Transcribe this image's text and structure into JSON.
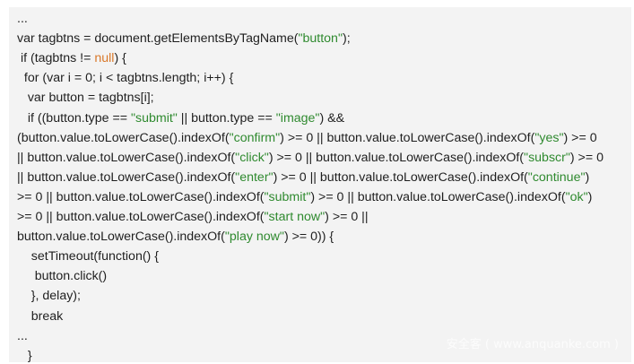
{
  "code": {
    "lines": [
      [
        {
          "t": "..."
        }
      ],
      [
        {
          "t": "var tagbtns = document.getElementsByTagName("
        },
        {
          "t": "\"button\"",
          "c": "str"
        },
        {
          "t": ");"
        }
      ],
      [
        {
          "t": " if (tagbtns != "
        },
        {
          "t": "null",
          "c": "kw"
        },
        {
          "t": ") {"
        }
      ],
      [
        {
          "t": "  for (var i = 0; i < tagbtns.length; i++) {"
        }
      ],
      [
        {
          "t": "   var button = tagbtns[i];"
        }
      ],
      [
        {
          "t": "   if ((button.type == "
        },
        {
          "t": "\"submit\"",
          "c": "str"
        },
        {
          "t": " || button.type == "
        },
        {
          "t": "\"image\"",
          "c": "str"
        },
        {
          "t": ") &&"
        }
      ],
      [
        {
          "t": "(button.value.toLowerCase().indexOf("
        },
        {
          "t": "\"confirm\"",
          "c": "str"
        },
        {
          "t": ") >= 0 || button.value.toLowerCase().indexOf("
        },
        {
          "t": "\"yes\"",
          "c": "str"
        },
        {
          "t": ") >= 0"
        }
      ],
      [
        {
          "t": "|| button.value.toLowerCase().indexOf("
        },
        {
          "t": "\"click\"",
          "c": "str"
        },
        {
          "t": ") >= 0 || button.value.toLowerCase().indexOf("
        },
        {
          "t": "\"subscr\"",
          "c": "str"
        },
        {
          "t": ") >= 0"
        }
      ],
      [
        {
          "t": "|| button.value.toLowerCase().indexOf("
        },
        {
          "t": "\"enter\"",
          "c": "str"
        },
        {
          "t": ") >= 0 || button.value.toLowerCase().indexOf("
        },
        {
          "t": "\"continue\"",
          "c": "str"
        },
        {
          "t": ")"
        }
      ],
      [
        {
          "t": ">= 0 || button.value.toLowerCase().indexOf("
        },
        {
          "t": "\"submit\"",
          "c": "str"
        },
        {
          "t": ") >= 0 || button.value.toLowerCase().indexOf("
        },
        {
          "t": "\"ok\"",
          "c": "str"
        },
        {
          "t": ")"
        }
      ],
      [
        {
          "t": ">= 0 || button.value.toLowerCase().indexOf("
        },
        {
          "t": "\"start now\"",
          "c": "str"
        },
        {
          "t": ") >= 0 ||"
        }
      ],
      [
        {
          "t": "button.value.toLowerCase().indexOf("
        },
        {
          "t": "\"play now\"",
          "c": "str"
        },
        {
          "t": ") >= 0)) {"
        }
      ],
      [
        {
          "t": "    setTimeout(function() {"
        }
      ],
      [
        {
          "t": "     button.click()"
        }
      ],
      [
        {
          "t": "    }, delay);"
        }
      ],
      [
        {
          "t": "    break"
        }
      ],
      [
        {
          "t": "..."
        }
      ],
      [
        {
          "t": "   }"
        }
      ]
    ]
  },
  "watermark": {
    "text": "安全客 ( www.anquanke.com )"
  },
  "colors": {
    "background": "#f3f3f3",
    "text": "#1f1f1f",
    "string": "#2f8a2f",
    "keyword": "#d9782a"
  }
}
